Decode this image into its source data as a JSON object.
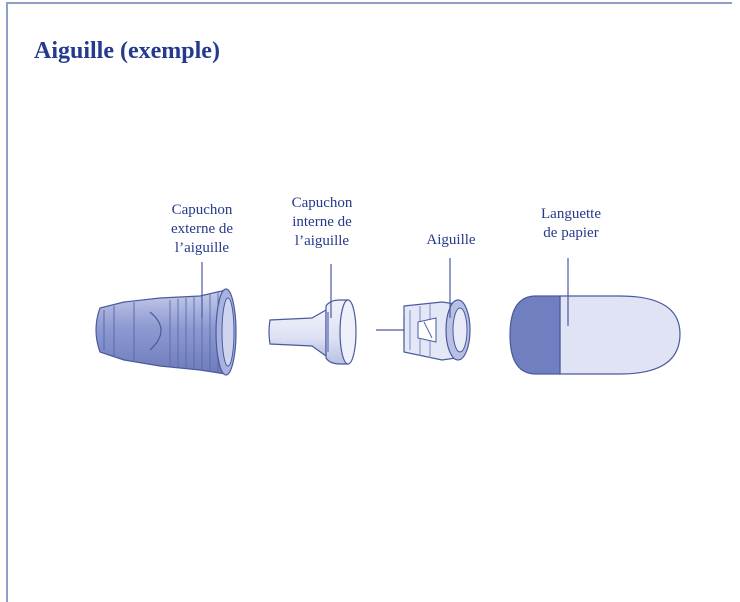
{
  "title": "Aiguille (exemple)",
  "labels": {
    "outer_cap": "Capuchon\nexterne de\nl’aiguille",
    "inner_cap": "Capuchon\ninterne de\nl’aiguille",
    "needle": "Aiguille",
    "paper_tab": "Languette\nde papier"
  },
  "colors": {
    "title": "#253a8c",
    "frame": "#8fa0c8",
    "dark_fill": "#6f7fbf",
    "mid_fill": "#9aa6d6",
    "light_fill": "#dfe3f3",
    "outline": "#4a5a9e"
  }
}
